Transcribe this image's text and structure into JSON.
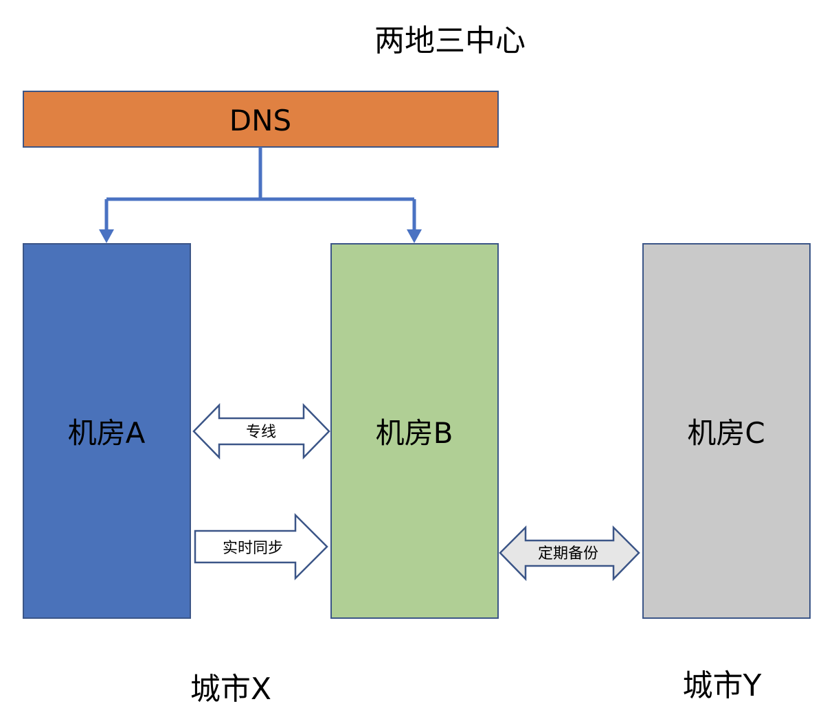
{
  "title": "两地三中心",
  "dns": {
    "label": "DNS",
    "color": "#E08142"
  },
  "rooms": {
    "a": {
      "label": "机房A",
      "color": "#4A72BA"
    },
    "b": {
      "label": "机房B",
      "color": "#B0CF95"
    },
    "c": {
      "label": "机房C",
      "color": "#C9C9C9"
    }
  },
  "links": {
    "dedicated_line": "专线",
    "realtime_sync": "实时同步",
    "periodic_backup": "定期备份"
  },
  "cities": {
    "x": "城市X",
    "y": "城市Y"
  },
  "colors": {
    "connector": "#4A72C2",
    "border": "#3B5587",
    "backup_arrow_fill": "#E6E6E6"
  }
}
